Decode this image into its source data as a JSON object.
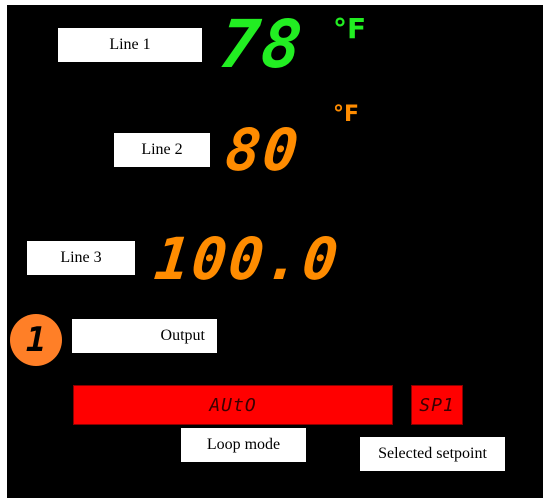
{
  "colors": {
    "panel_bg": "#000000",
    "line1_value": "#22ee22",
    "line2_value": "#ff8c00",
    "line3_value": "#ff8c00",
    "output_badge": "#ff7f27",
    "mode_bar": "#ff0000",
    "setpoint_bar": "#ff0000"
  },
  "line1": {
    "label": "Line 1",
    "value": "78",
    "unit": "°F"
  },
  "line2": {
    "label": "Line 2",
    "value": "80",
    "unit": "°F"
  },
  "line3": {
    "label": "Line 3",
    "value": "100.0"
  },
  "output": {
    "indicator": "1",
    "label": "Output"
  },
  "loop_mode": {
    "display": "AUtO",
    "label": "Loop mode"
  },
  "selected_setpoint": {
    "display": "SP1",
    "label": "Selected setpoint"
  }
}
